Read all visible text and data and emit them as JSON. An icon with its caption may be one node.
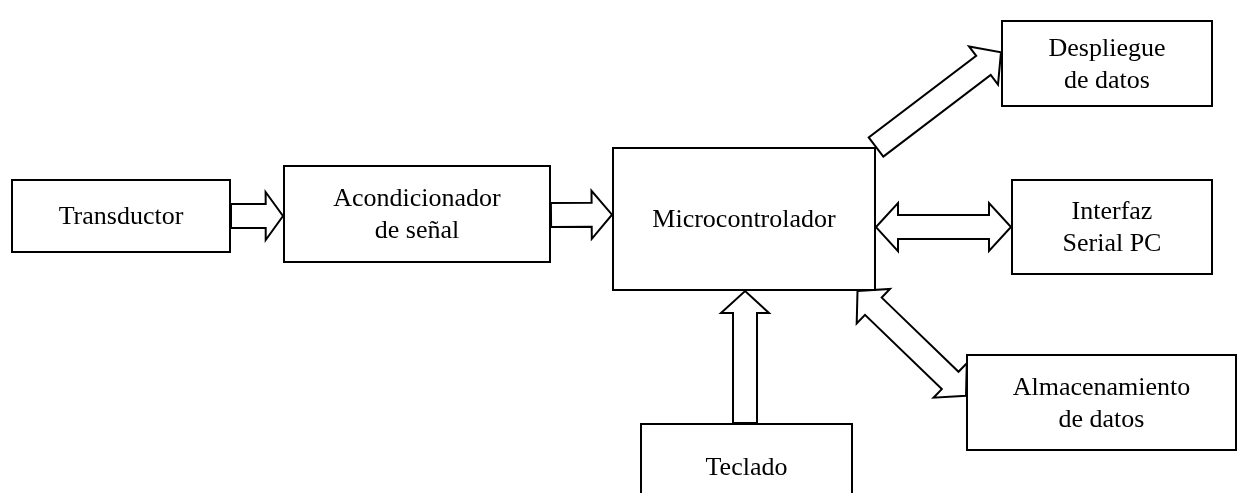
{
  "diagram": {
    "nodes": [
      {
        "text": [
          "Transductor"
        ]
      },
      {
        "text": [
          "Acondicionador de señal"
        ]
      },
      {
        "text": [
          "Microcontrolador"
        ]
      },
      {
        "text": [
          "Despliegue de datos"
        ]
      },
      {
        "text": [
          "Interfaz Serial PC"
        ]
      },
      {
        "text": [
          "Teclado"
        ]
      },
      {
        "text": [
          "Almacenamiento de datos"
        ]
      }
    ],
    "edges": [
      {
        "from": 0,
        "to": 1,
        "arrow": "to"
      },
      {
        "from": 1,
        "to": 2,
        "arrow": "to"
      },
      {
        "from": 2,
        "to": 3,
        "arrow": "to"
      },
      {
        "from": 2,
        "to": 4,
        "arrow": "both"
      },
      {
        "from": 5,
        "to": 2,
        "arrow": "to"
      },
      {
        "from": 2,
        "to": 6,
        "arrow": "both"
      }
    ]
  }
}
